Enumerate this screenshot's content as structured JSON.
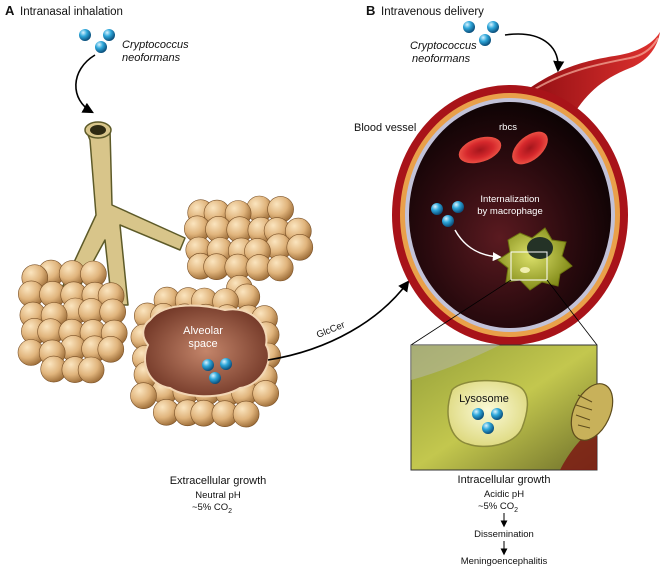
{
  "panel_a": {
    "letter": "A",
    "title": "Intranasal inhalation",
    "organism_line1": "Cryptococcus",
    "organism_line2": "neoformans",
    "alveolar_line1": "Alveolar",
    "alveolar_line2": "space",
    "growth_title": "Extracellular growth",
    "growth_ph": "Neutral pH",
    "growth_co2": "~5% CO",
    "growth_co2_sub": "2"
  },
  "transfer_label": "GlcCer",
  "panel_b": {
    "letter": "B",
    "title": "Intravenous delivery",
    "organism_line1": "Cryptococcus",
    "organism_line2": "neoformans",
    "vessel_label": "Blood vessel",
    "rbc_label": "rbcs",
    "internalization_line1": "Internalization",
    "internalization_line2": "by macrophage",
    "lysosome_label": "Lysosome",
    "growth_title": "Intracellular growth",
    "growth_ph": "Acidic pH",
    "growth_co2": "~5% CO",
    "growth_co2_sub": "2",
    "step1": "Dissemination",
    "step2": "Meningoencephalitis"
  },
  "colors": {
    "alveoli": "#d9b07a",
    "bronchi": "#d8c58a",
    "vessel": "#b0161b",
    "vessel_interior": "#1a0608",
    "yeast": "#2ba3d6",
    "macrophage": "#b5bf2a",
    "lysosome": "#f1efb0"
  },
  "icons": [
    "yeast-cell-icon",
    "red-blood-cell-icon",
    "macrophage-icon",
    "mitochondrion-icon"
  ]
}
